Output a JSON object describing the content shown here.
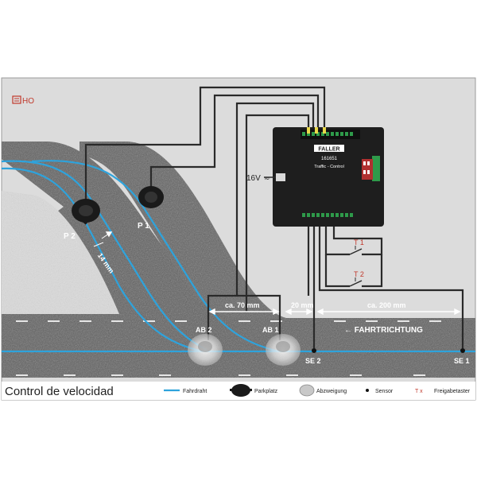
{
  "scale_badge": "HO",
  "controller": {
    "brand": "FALLER",
    "article": "161651",
    "name": "Traffic - Control",
    "voltage": "16V",
    "voltage_symbol": "≂"
  },
  "parking": [
    "P 2",
    "P 1"
  ],
  "branch": [
    "AB 2",
    "AB 1"
  ],
  "sensors": [
    "SE 2",
    "SE 1"
  ],
  "release_buttons": [
    "T 1",
    "T 2"
  ],
  "dimensions": {
    "gap_width": "14 mm",
    "ab_spacing": "ca. 70 mm",
    "ab_se_spacing": "20 mm",
    "se_spacing": "ca. 200 mm"
  },
  "direction_label": "← FAHRTRICHTUNG",
  "title": "Control de velocidad",
  "legend": {
    "wire": "Fahrdraht",
    "parking": "Parkplatz",
    "branch": "Abzweigung",
    "sensor": "Sensor",
    "button_symbol": "T x",
    "button": "Freigabetaster"
  },
  "colors": {
    "background": "#dcdcdc",
    "road": "#5a5a5a",
    "wire": "#2ea3dc",
    "cable": "#2a2a2a",
    "controller": "#1e1e1e",
    "badge": "#c0392b"
  }
}
